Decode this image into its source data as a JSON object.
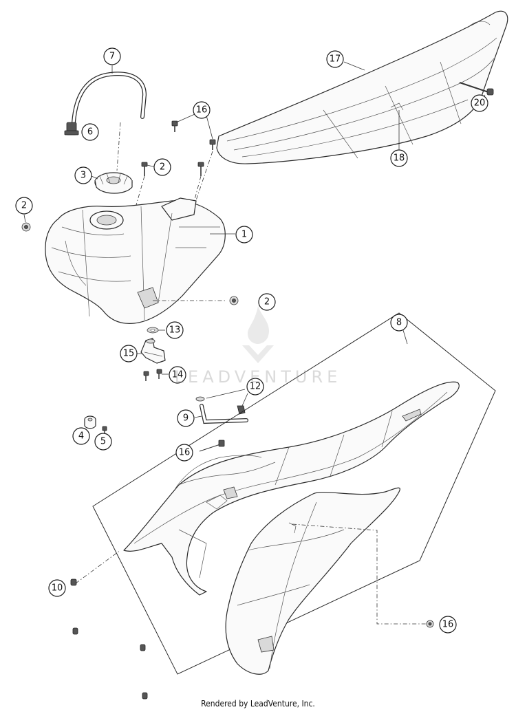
{
  "callouts": [
    {
      "label": "1"
    },
    {
      "label": "2"
    },
    {
      "label": "2"
    },
    {
      "label": "2"
    },
    {
      "label": "3"
    },
    {
      "label": "4"
    },
    {
      "label": "5"
    },
    {
      "label": "6"
    },
    {
      "label": "7"
    },
    {
      "label": "8"
    },
    {
      "label": "9"
    },
    {
      "label": "10"
    },
    {
      "label": "12"
    },
    {
      "label": "13"
    },
    {
      "label": "14"
    },
    {
      "label": "15"
    },
    {
      "label": "16"
    },
    {
      "label": "16"
    },
    {
      "label": "16"
    },
    {
      "label": "17"
    },
    {
      "label": "18"
    },
    {
      "label": "20"
    }
  ],
  "watermark": {
    "brand": "LEADVENTURE"
  },
  "footer": {
    "credit": "Rendered by LeadVenture, Inc."
  }
}
